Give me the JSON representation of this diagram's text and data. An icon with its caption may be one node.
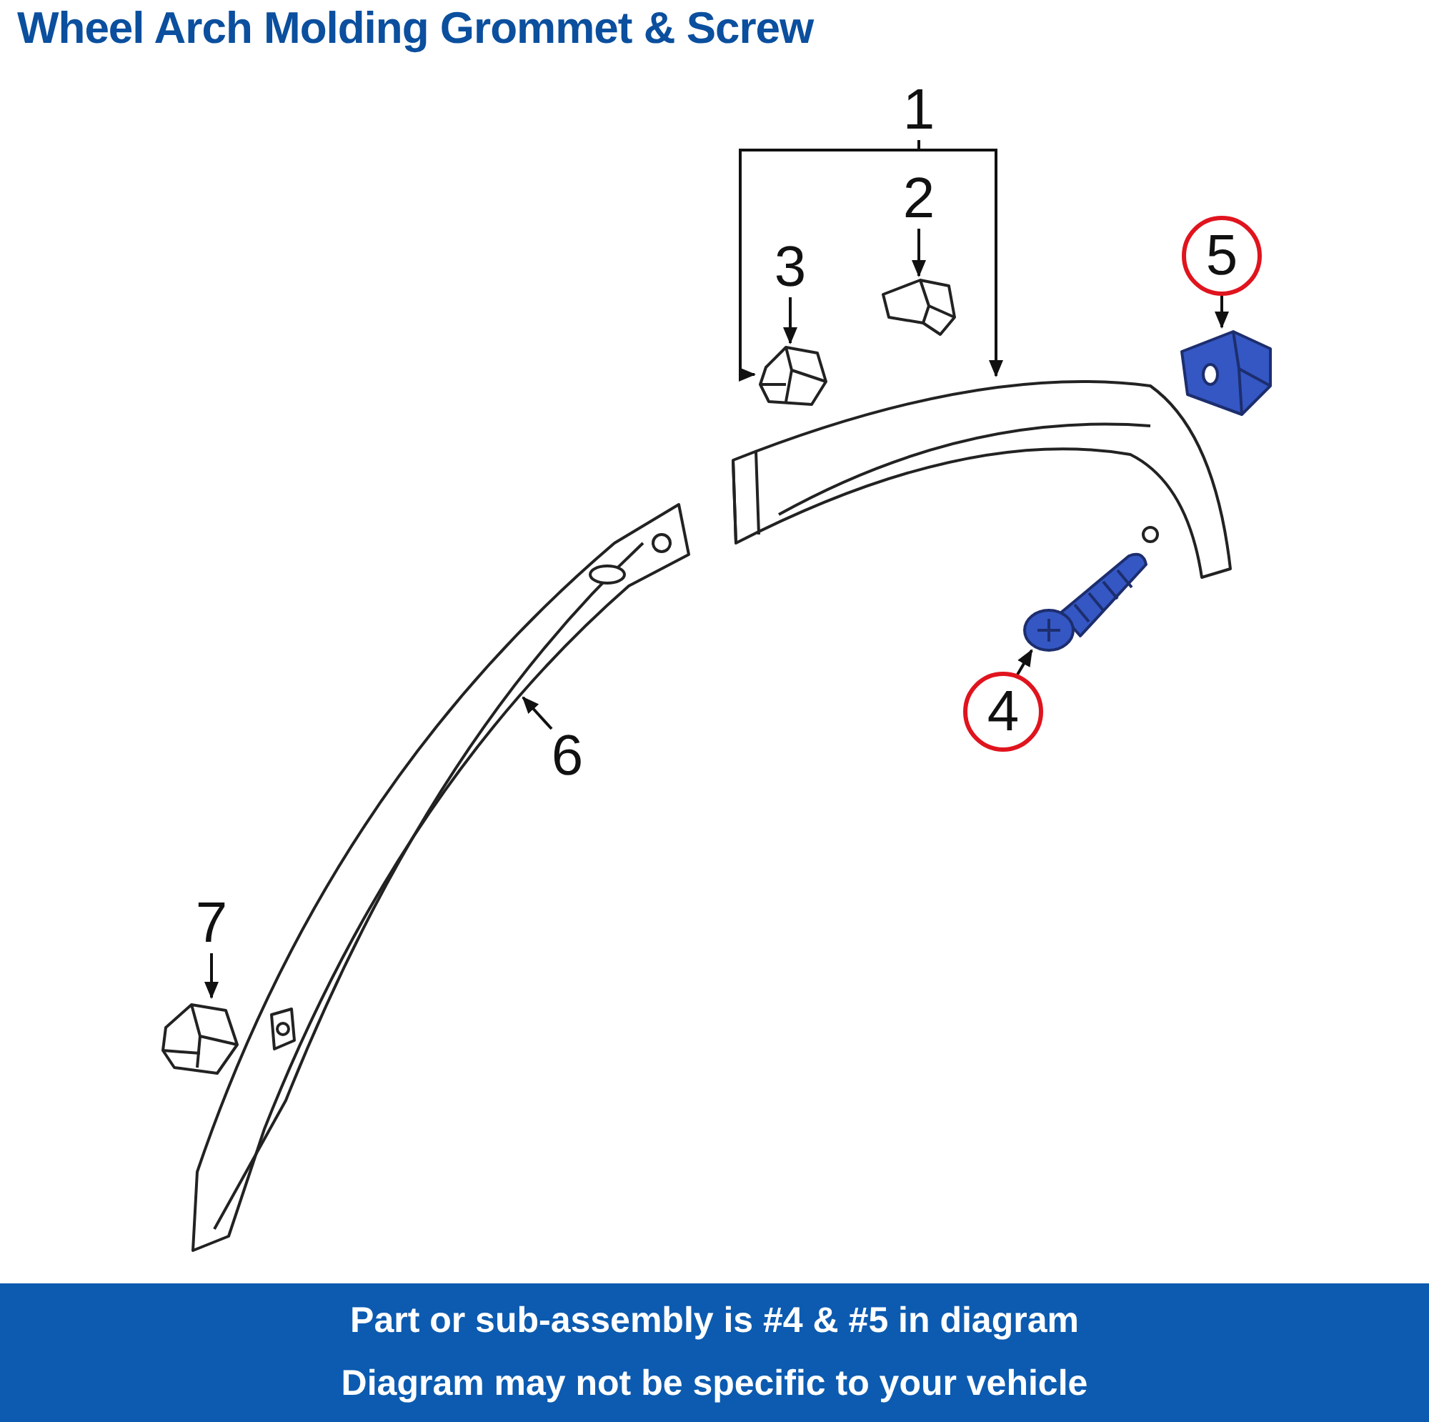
{
  "diagram": {
    "title": "Wheel Arch Molding Grommet & Screw",
    "nodes": [
      {
        "text": [
          "1"
        ]
      },
      {
        "text": [
          "2"
        ]
      },
      {
        "text": [
          "3"
        ]
      },
      {
        "text": [
          "5"
        ]
      },
      {
        "text": [],
        "shape": "picture"
      },
      {
        "text": [],
        "shape": "picture"
      },
      {
        "text": [],
        "shape": "picture"
      },
      {
        "text": [],
        "shape": "picture"
      },
      {
        "text": [],
        "shape": "picture"
      },
      {
        "text": [],
        "shape": "picture"
      },
      {
        "text": [
          "4"
        ]
      },
      {
        "text": [
          "6"
        ]
      },
      {
        "text": [
          "7"
        ]
      },
      {
        "text": [],
        "shape": "picture"
      },
      {
        "text": [
          "Part or sub-assembly is #4 & #5 in diagram",
          "Diagram may not be specific to your vehicle"
        ]
      }
    ],
    "edges": [
      {
        "from": 0,
        "to": 5,
        "arrow": "to"
      },
      {
        "from": 0,
        "to": 7,
        "arrow": "to"
      },
      {
        "from": 1,
        "to": 4,
        "arrow": "to"
      },
      {
        "from": 2,
        "to": 5,
        "arrow": "to"
      },
      {
        "from": 3,
        "to": 6,
        "arrow": "to"
      },
      {
        "from": 10,
        "to": 9,
        "arrow": "to"
      },
      {
        "from": 11,
        "to": 8,
        "arrow": "to"
      },
      {
        "from": 12,
        "to": 13,
        "arrow": "to"
      }
    ]
  }
}
